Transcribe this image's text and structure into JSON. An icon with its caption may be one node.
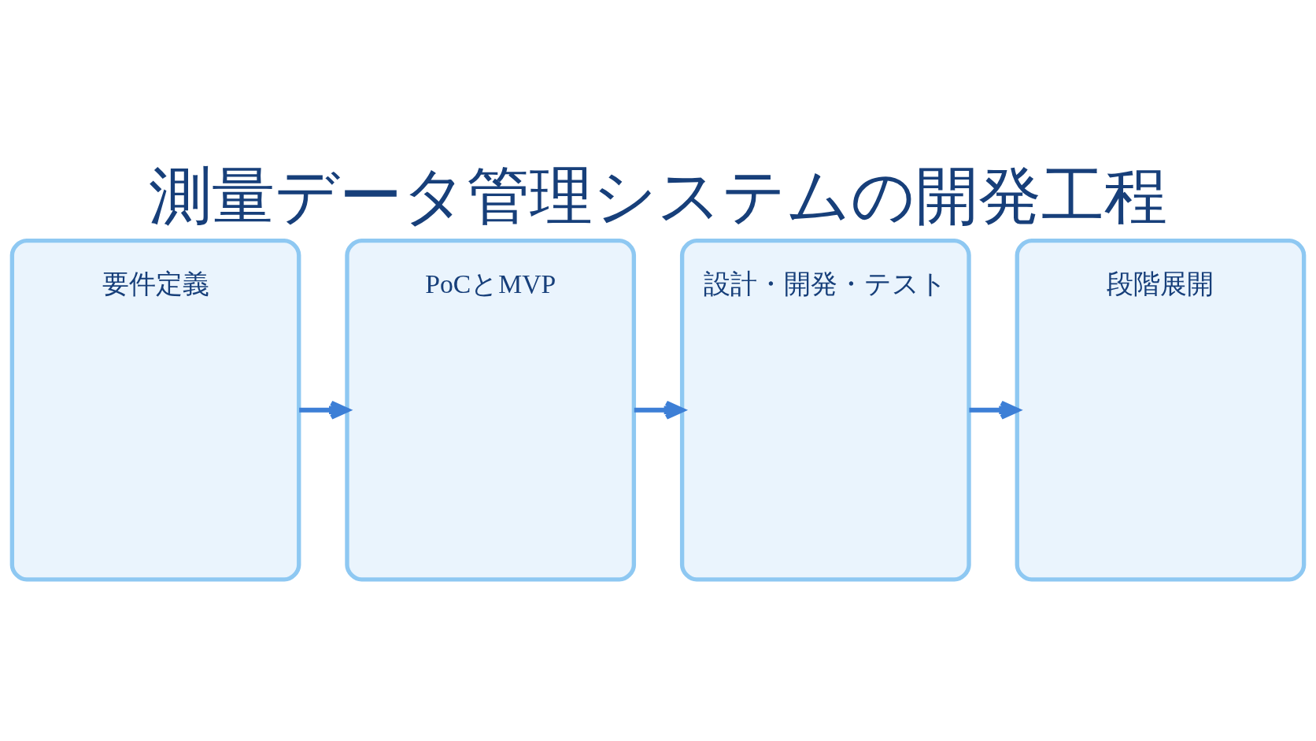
{
  "diagram": {
    "title": "測量データ管理システムの開発工程",
    "nodes": [
      {
        "text": [
          "要件定義"
        ]
      },
      {
        "text": [
          "PoCとMVP"
        ]
      },
      {
        "text": [
          "設計・開発・テスト"
        ]
      },
      {
        "text": [
          "段階展開"
        ]
      }
    ],
    "edges": [
      {
        "from": 0,
        "to": 1,
        "arrow": "to"
      },
      {
        "from": 1,
        "to": 2,
        "arrow": "to"
      },
      {
        "from": 2,
        "to": 3,
        "arrow": "to"
      }
    ]
  }
}
